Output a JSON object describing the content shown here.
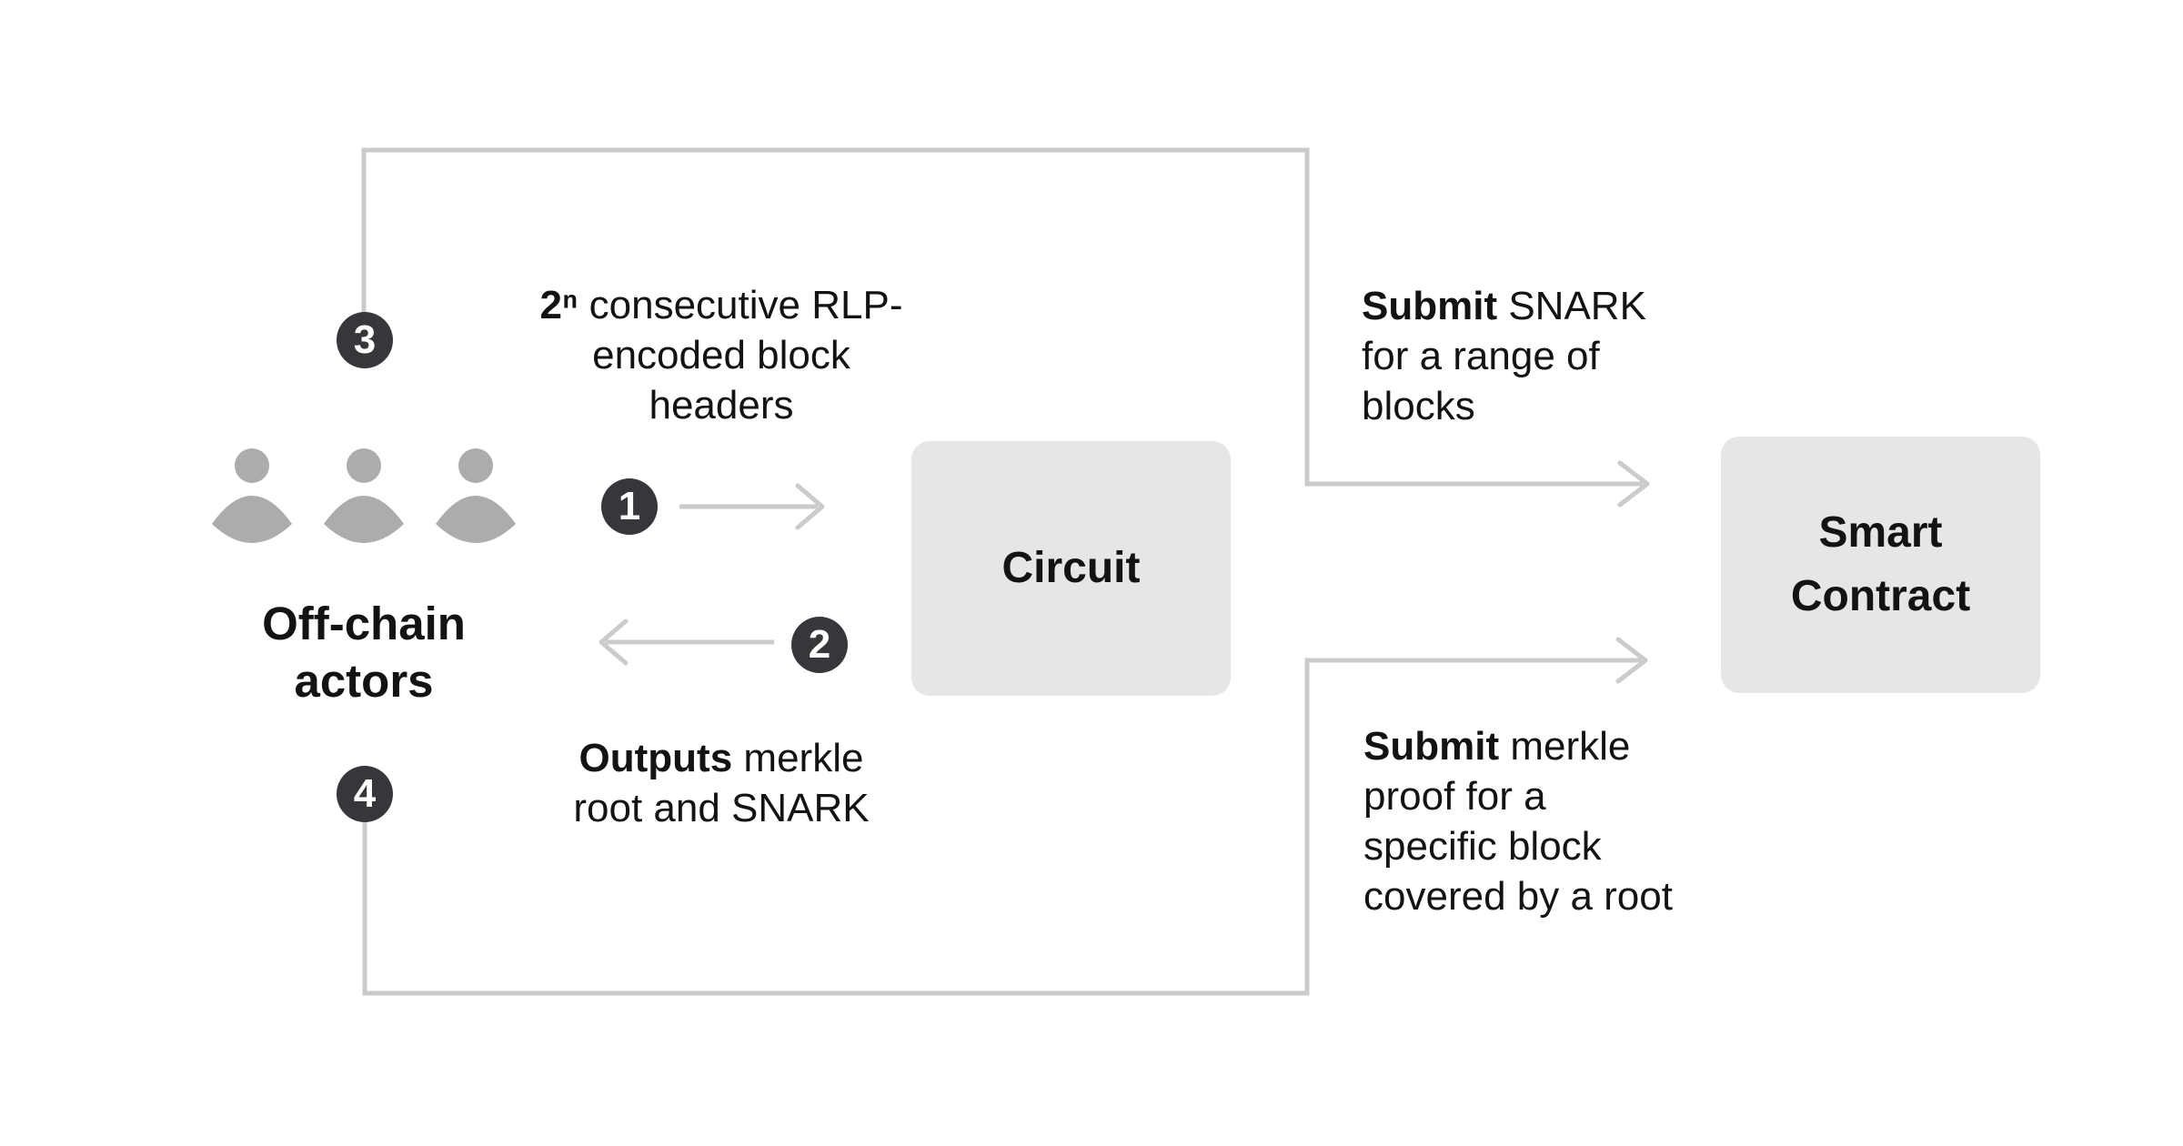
{
  "colors": {
    "background": "#ffffff",
    "box_fill": "#e6e6e6",
    "line": "#cbcbcb",
    "badge": "#35373a",
    "icon": "#abadad",
    "text": "#131313",
    "badge_text": "#ffffff"
  },
  "actors": {
    "line1": "Off-chain",
    "line2": "actors"
  },
  "nodes": {
    "circuit": {
      "label": "Circuit"
    },
    "smart_contract": {
      "line1": "Smart",
      "line2": "Contract"
    }
  },
  "steps": {
    "s1": "1",
    "s2": "2",
    "s3": "3",
    "s4": "4"
  },
  "annotations": {
    "input_headers": {
      "b": "2ⁿ",
      "l1": " consecutive RLP-",
      "l2": "encoded block",
      "l3": "headers"
    },
    "circuit_output": {
      "b": "Outputs",
      "l1": " merkle",
      "l2": "root and SNARK"
    },
    "submit_snark": {
      "b": "Submit",
      "l1": " SNARK",
      "l2": "for a range of",
      "l3": "blocks"
    },
    "submit_merkle_proof": {
      "b": "Submit",
      "l1": " merkle",
      "l2": "proof for a",
      "l3": "specific block",
      "l4": "covered by a root"
    }
  }
}
